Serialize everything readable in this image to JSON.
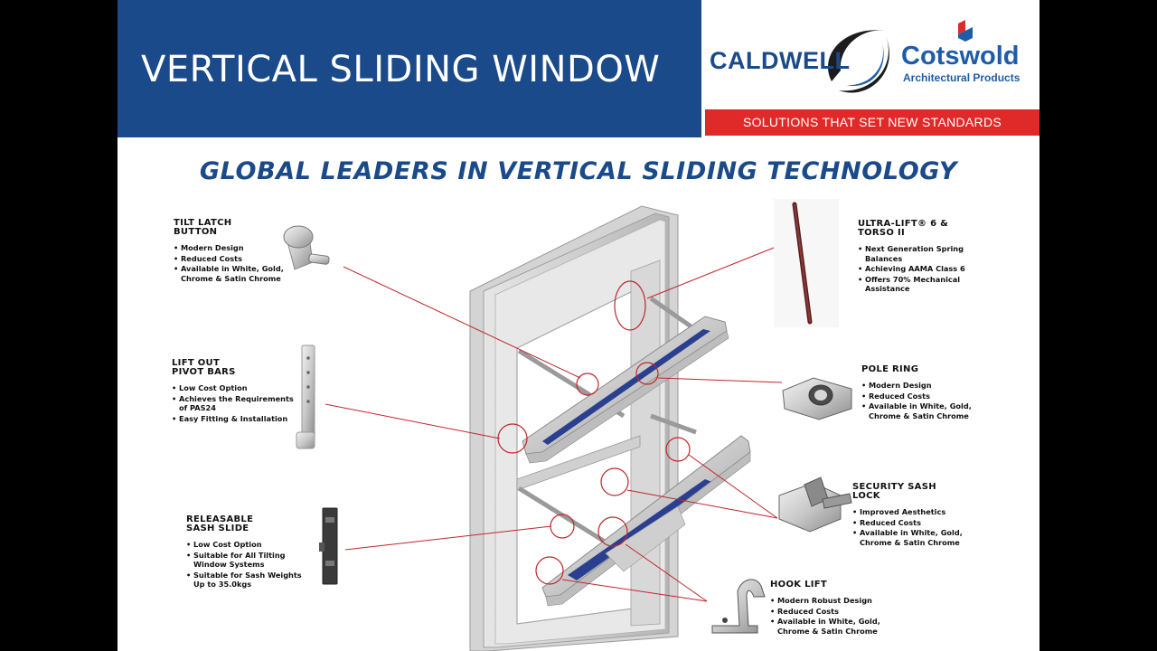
{
  "header": {
    "title": "VERTICAL SLIDING WINDOW",
    "logo_left": "CALDWELL",
    "logo_right": "Cotswold",
    "logo_right_sub": "Architectural Products",
    "tagline": "SOLUTIONS THAT SET NEW STANDARDS"
  },
  "subtitle": "GLOBAL LEADERS IN VERTICAL SLIDING TECHNOLOGY",
  "colors": {
    "brand_blue": "#1a4a8a",
    "accent_red": "#e02a2a",
    "callout_red": "#c0262b"
  },
  "features": {
    "tilt_latch": {
      "title_line1": "TILT LATCH",
      "title_line2": "BUTTON",
      "bullets": [
        [
          "Modern Design"
        ],
        [
          "Reduced Costs"
        ],
        [
          "Available in White, Gold,",
          "Chrome & Satin Chrome"
        ]
      ]
    },
    "lift_out": {
      "title_line1": "LIFT OUT",
      "title_line2": "PIVOT BARS",
      "bullets": [
        [
          "Low Cost Option"
        ],
        [
          "Achieves the Requirements",
          "of PAS24"
        ],
        [
          "Easy Fitting & Installation"
        ]
      ]
    },
    "releasable": {
      "title_line1": "RELEASABLE",
      "title_line2": "SASH SLIDE",
      "bullets": [
        [
          "Low Cost Option"
        ],
        [
          "Suitable for All Tilting",
          "Window Systems"
        ],
        [
          "Suitable for Sash Weights",
          "Up to 35.0kgs"
        ]
      ]
    },
    "ultra_lift": {
      "title_line1": "ULTRA-LIFT® 6 &",
      "title_line2": "TORSO II",
      "bullets": [
        [
          "Next Generation Spring",
          "Balances"
        ],
        [
          "Achieving AAMA Class 6"
        ],
        [
          "Offers 70% Mechanical",
          "Assistance"
        ]
      ]
    },
    "pole_ring": {
      "title_line1": "POLE RING",
      "title_line2": "",
      "bullets": [
        [
          "Modern Design"
        ],
        [
          "Reduced Costs"
        ],
        [
          "Available in White, Gold,",
          "Chrome & Satin Chrome"
        ]
      ]
    },
    "security_lock": {
      "title_line1": "SECURITY SASH",
      "title_line2": "LOCK",
      "bullets": [
        [
          "Improved Aesthetics"
        ],
        [
          "Reduced Costs"
        ],
        [
          "Available in White, Gold,",
          "Chrome & Satin Chrome"
        ]
      ]
    },
    "hook_lift": {
      "title_line1": "HOOK LIFT",
      "title_line2": "",
      "bullets": [
        [
          "Modern Robust Design"
        ],
        [
          "Reduced Costs"
        ],
        [
          "Available in White, Gold,",
          "Chrome & Satin Chrome"
        ]
      ]
    }
  }
}
